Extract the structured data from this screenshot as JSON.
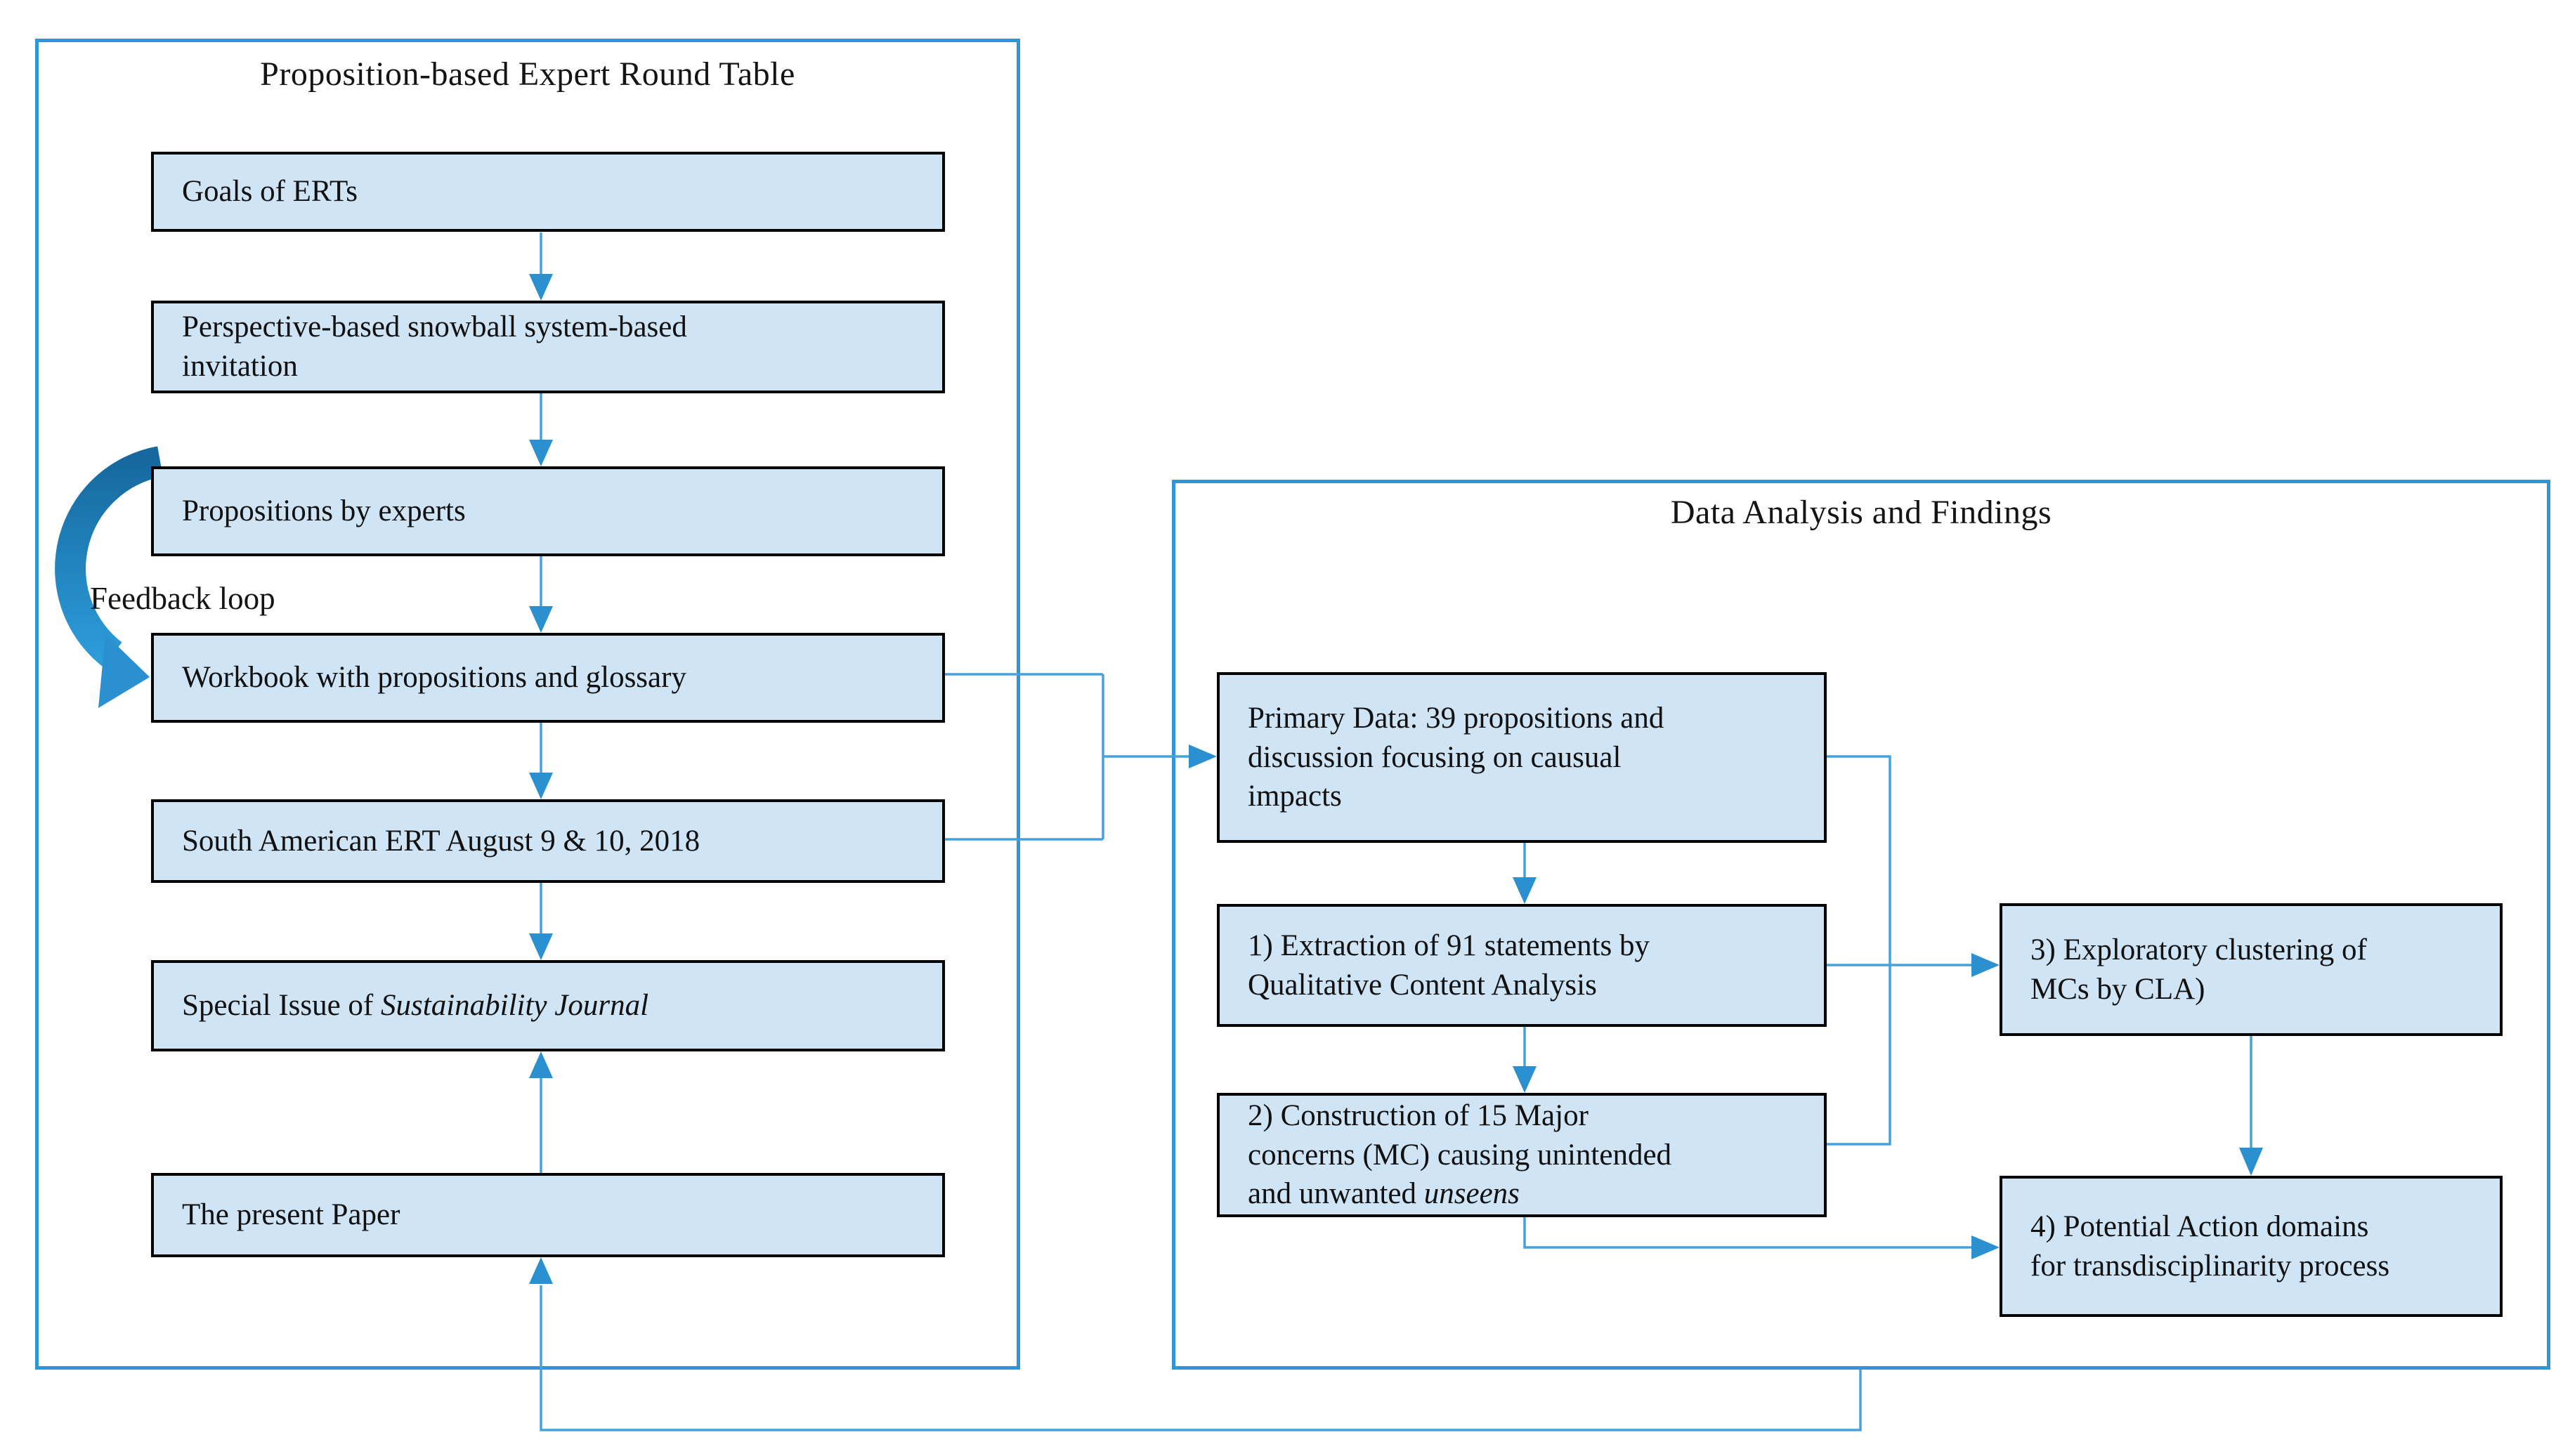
{
  "left_panel": {
    "title": "Proposition-based Expert Round Table",
    "feedback_label": "Feedback loop",
    "boxes": {
      "goals": {
        "label": "Goals of ERTs"
      },
      "invitation": {
        "lines": [
          "Perspective-based snowball system-based",
          "invitation"
        ]
      },
      "propositions": {
        "label": "Propositions by experts"
      },
      "workbook": {
        "label": "Workbook with propositions and glossary"
      },
      "ert": {
        "label": "South American ERT August 9 & 10, 2018"
      },
      "special_issue": {
        "label_prefix": "Special Issue of ",
        "label_italic": "Sustainability Journal"
      },
      "paper": {
        "label": "The present Paper"
      }
    }
  },
  "right_panel": {
    "title": "Data Analysis and Findings",
    "boxes": {
      "primary_data": {
        "lines": [
          "Primary Data: 39 propositions and",
          "discussion focusing on causual",
          "impacts"
        ]
      },
      "extraction": {
        "lines": [
          "1) Extraction of 91 statements by",
          "Qualitative Content Analysis"
        ]
      },
      "construction": {
        "lines": [
          "2) Construction of 15 Major",
          "concerns (MC) causing unintended"
        ],
        "tail_prefix": "and unwanted ",
        "tail_italic": "unseens"
      },
      "clustering": {
        "lines": [
          "3) Exploratory clustering of",
          "MCs by CLA)"
        ]
      },
      "action_domains": {
        "lines": [
          "4) Potential Action domains",
          "for transdisciplinarity process"
        ]
      }
    }
  },
  "colors": {
    "box_fill": "#cfe4f5",
    "box_border": "#000000",
    "container_border": "#2e96d5",
    "connector_line": "#45a2dc",
    "arrowhead": "#2b90d0",
    "feedback_arc_dark": "#16699f",
    "feedback_arc_light": "#2c9bd9",
    "text": "#111111",
    "background": "#ffffff"
  }
}
